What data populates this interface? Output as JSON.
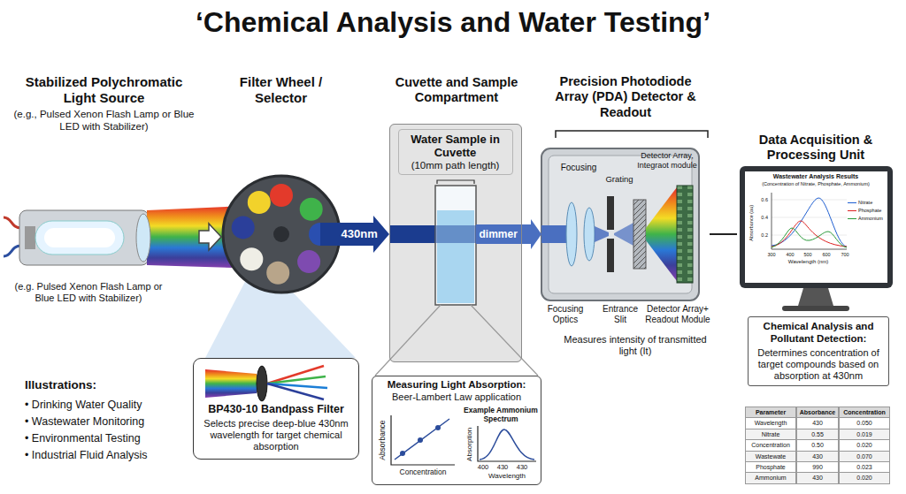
{
  "diagram": {
    "title": "‘Chemical Analysis and Water Testing’",
    "nodes": [
      {
        "text": [
          "Stabilized Polychromatic Light Source",
          "(e.g., Pulsed Xenon Flash Lamp or Blue LED with Stabilizer)"
        ]
      },
      {
        "text": [
          "Filter Wheel / Selector"
        ]
      },
      {
        "text": [
          "Cuvette and Sample Compartment"
        ]
      },
      {
        "text": [
          "Water Sample in Cuvette",
          "(10mm path length)"
        ],
        "in": 2
      },
      {
        "text": [
          "Precision Photodiode Array (PDA) Detector & Readout"
        ]
      },
      {
        "text": [
          "Data Acquisition & Processing Unit"
        ]
      },
      {
        "text": [
          "BP430-10 Bandpass Filter",
          "Selects precise deep-blue 430nm wavelength for target chemical absorption"
        ]
      },
      {
        "text": [
          "Measuring Light Absorption:",
          "Beer-Lambert Law application"
        ]
      },
      {
        "text": [
          "Chemical Analysis and Pollutant Detection:",
          "Determines concentration of target compounds based on absorption at 430nm"
        ]
      }
    ],
    "edges": [
      {
        "from": 0,
        "to": 1,
        "arrow": "to"
      },
      {
        "from": 1,
        "to": 2,
        "label": "430nm",
        "arrow": "to"
      },
      {
        "from": 2,
        "to": 4,
        "label": "dimmer",
        "arrow": "to"
      },
      {
        "from": 4,
        "to": 5,
        "arrow": "none"
      }
    ],
    "labels": [
      "(e.g. Pulsed Xenon Flash Lamp or Blue LED with Stabilizer)",
      "Illustrations:",
      "• Drinking Water Quality",
      "• Wastewater Monitoring",
      "• Environmental Testing",
      "• Industrial Fluid Analysis",
      "Focusing",
      "Detector Array, Integraot module",
      "Grating",
      "Focusing Optics",
      "Entrance Slit",
      "Detector Array+ Readout Module",
      "Measures intensity of transmitted light (It)",
      "Absorbance",
      "Concentration",
      "Example Ammonium Spectrum",
      "Absorption",
      "400",
      "430",
      "430",
      "Wavelength",
      "Wastewater Analysis Results",
      "(Concentration of Nitrate, Phosphate, Ammonium)",
      "0.6",
      "0.4",
      "0.2",
      "Absorbance (au)",
      "300",
      "400",
      "500",
      "600",
      "700",
      "Wavelength (nm)",
      "Parameter",
      "Absorbance",
      "Concentration",
      "Wavelength",
      "430",
      "0.050",
      "Nitrate",
      "0.55",
      "0.019",
      "Concentration",
      "0.50",
      "0.020",
      "Wastewate",
      "430",
      "0.070",
      "Phosphate",
      "990",
      "0.023",
      "Ammonium",
      "430",
      "0.020"
    ],
    "legend": [
      {
        "text": "Nitrate"
      },
      {
        "text": "Phosphate"
      },
      {
        "text": "Ammonium"
      }
    ]
  }
}
